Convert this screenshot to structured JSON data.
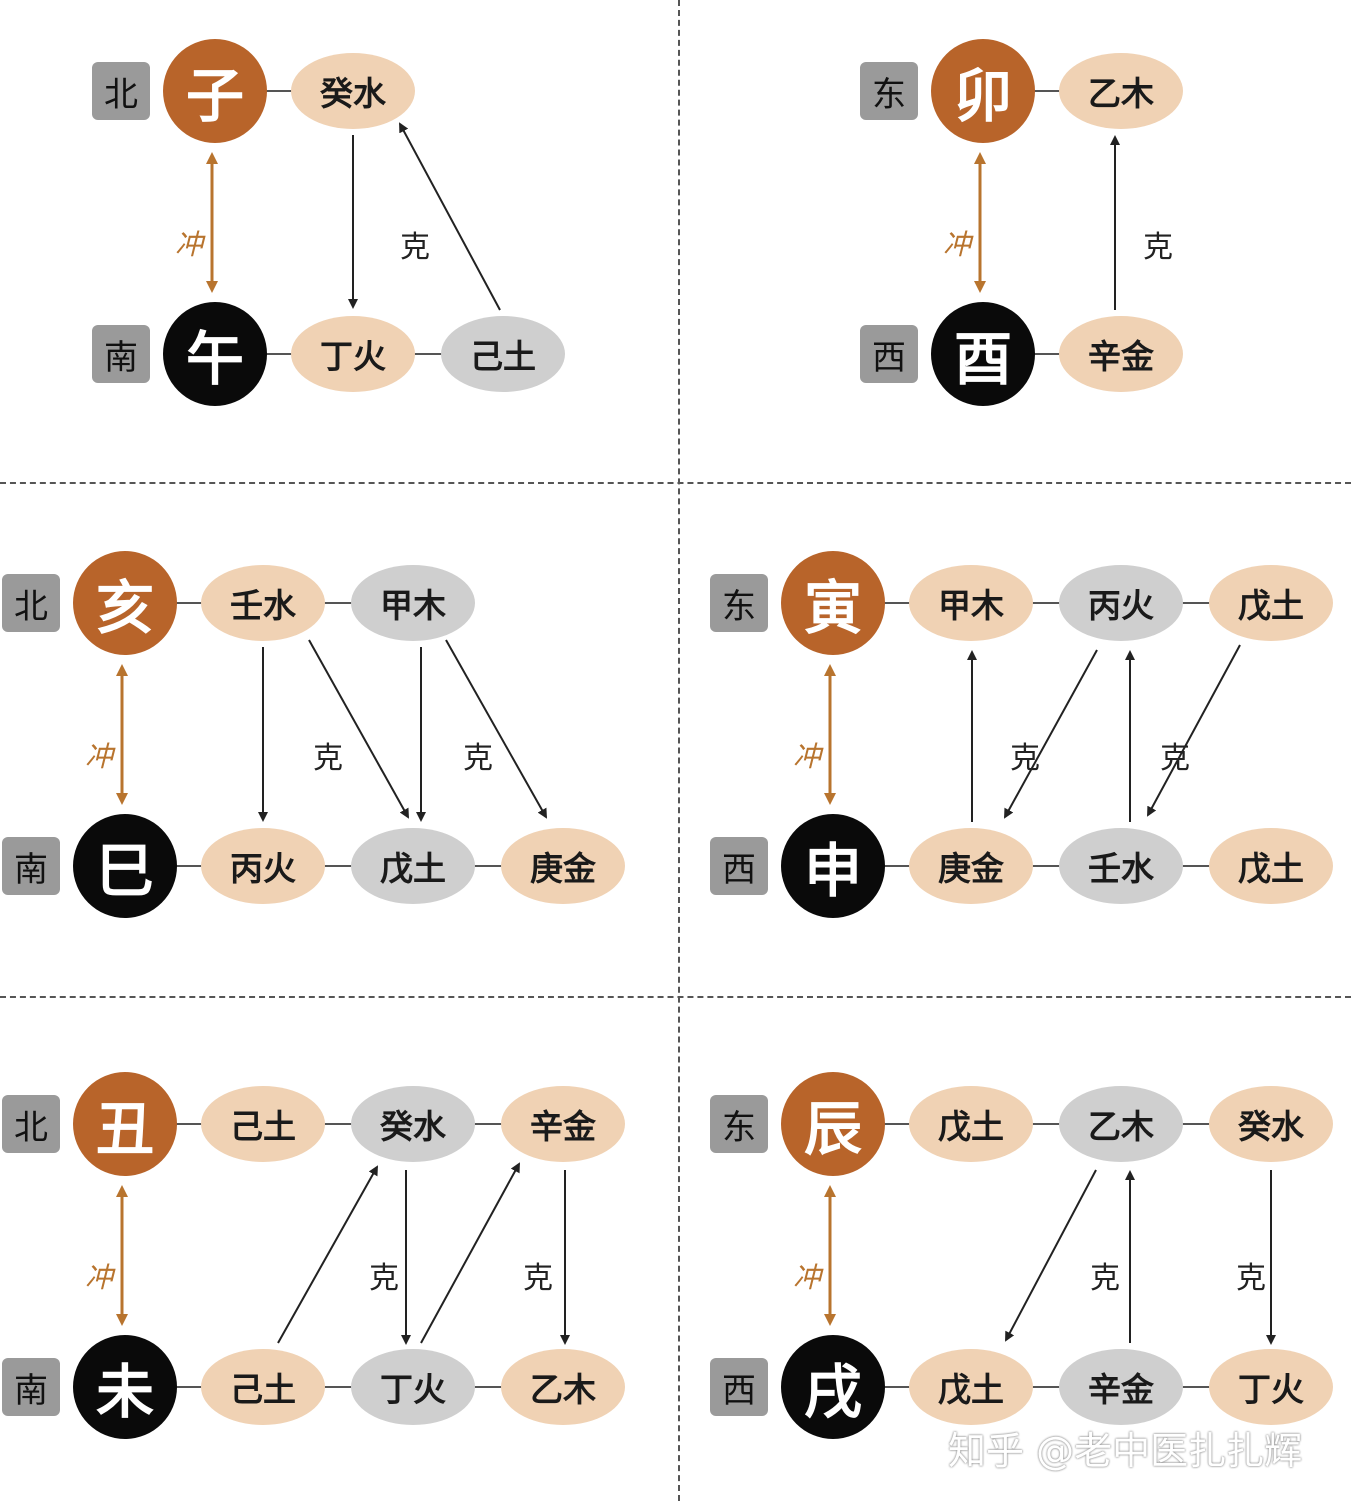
{
  "panels": [
    {
      "top_dir": "北",
      "bottom_dir": "南",
      "top_branch": "子",
      "bottom_branch": "午",
      "chong": "冲",
      "top_stems": [
        {
          "text": "癸水",
          "tone": "peach"
        }
      ],
      "bottom_stems": [
        {
          "text": "丁火",
          "tone": "peach"
        },
        {
          "text": "己土",
          "tone": "gray"
        }
      ],
      "ke": [
        "克"
      ]
    },
    {
      "top_dir": "东",
      "bottom_dir": "西",
      "top_branch": "卯",
      "bottom_branch": "酉",
      "chong": "冲",
      "top_stems": [
        {
          "text": "乙木",
          "tone": "peach"
        }
      ],
      "bottom_stems": [
        {
          "text": "辛金",
          "tone": "peach"
        }
      ],
      "ke": [
        "克"
      ]
    },
    {
      "top_dir": "北",
      "bottom_dir": "南",
      "top_branch": "亥",
      "bottom_branch": "巳",
      "chong": "冲",
      "top_stems": [
        {
          "text": "壬水",
          "tone": "peach"
        },
        {
          "text": "甲木",
          "tone": "gray"
        }
      ],
      "bottom_stems": [
        {
          "text": "丙火",
          "tone": "peach"
        },
        {
          "text": "戊土",
          "tone": "gray"
        },
        {
          "text": "庚金",
          "tone": "peach"
        }
      ],
      "ke": [
        "克",
        "克"
      ]
    },
    {
      "top_dir": "东",
      "bottom_dir": "西",
      "top_branch": "寅",
      "bottom_branch": "申",
      "chong": "冲",
      "top_stems": [
        {
          "text": "甲木",
          "tone": "peach"
        },
        {
          "text": "丙火",
          "tone": "gray"
        },
        {
          "text": "戊土",
          "tone": "peach"
        }
      ],
      "bottom_stems": [
        {
          "text": "庚金",
          "tone": "peach"
        },
        {
          "text": "壬水",
          "tone": "gray"
        },
        {
          "text": "戊土",
          "tone": "peach"
        }
      ],
      "ke": [
        "克",
        "克"
      ]
    },
    {
      "top_dir": "北",
      "bottom_dir": "南",
      "top_branch": "丑",
      "bottom_branch": "未",
      "chong": "冲",
      "top_stems": [
        {
          "text": "己土",
          "tone": "peach"
        },
        {
          "text": "癸水",
          "tone": "gray"
        },
        {
          "text": "辛金",
          "tone": "peach"
        }
      ],
      "bottom_stems": [
        {
          "text": "己土",
          "tone": "peach"
        },
        {
          "text": "丁火",
          "tone": "gray"
        },
        {
          "text": "乙木",
          "tone": "peach"
        }
      ],
      "ke": [
        "克",
        "克"
      ]
    },
    {
      "top_dir": "东",
      "bottom_dir": "西",
      "top_branch": "辰",
      "bottom_branch": "戌",
      "chong": "冲",
      "top_stems": [
        {
          "text": "戊土",
          "tone": "peach"
        },
        {
          "text": "乙木",
          "tone": "gray"
        },
        {
          "text": "癸水",
          "tone": "peach"
        }
      ],
      "bottom_stems": [
        {
          "text": "戊土",
          "tone": "peach"
        },
        {
          "text": "辛金",
          "tone": "gray"
        },
        {
          "text": "丁火",
          "tone": "peach"
        }
      ],
      "ke": [
        "克",
        "克"
      ]
    }
  ],
  "colors": {
    "top_branch": "#b8642a",
    "bottom_branch": "#0a0a0a",
    "stem_peach": "#f0d2b4",
    "stem_gray": "#cfcfcf",
    "direction_box": "#9a9a9a",
    "chong_arrow": "#b8742e"
  },
  "watermark": "知乎 @老中医扎扎辉"
}
